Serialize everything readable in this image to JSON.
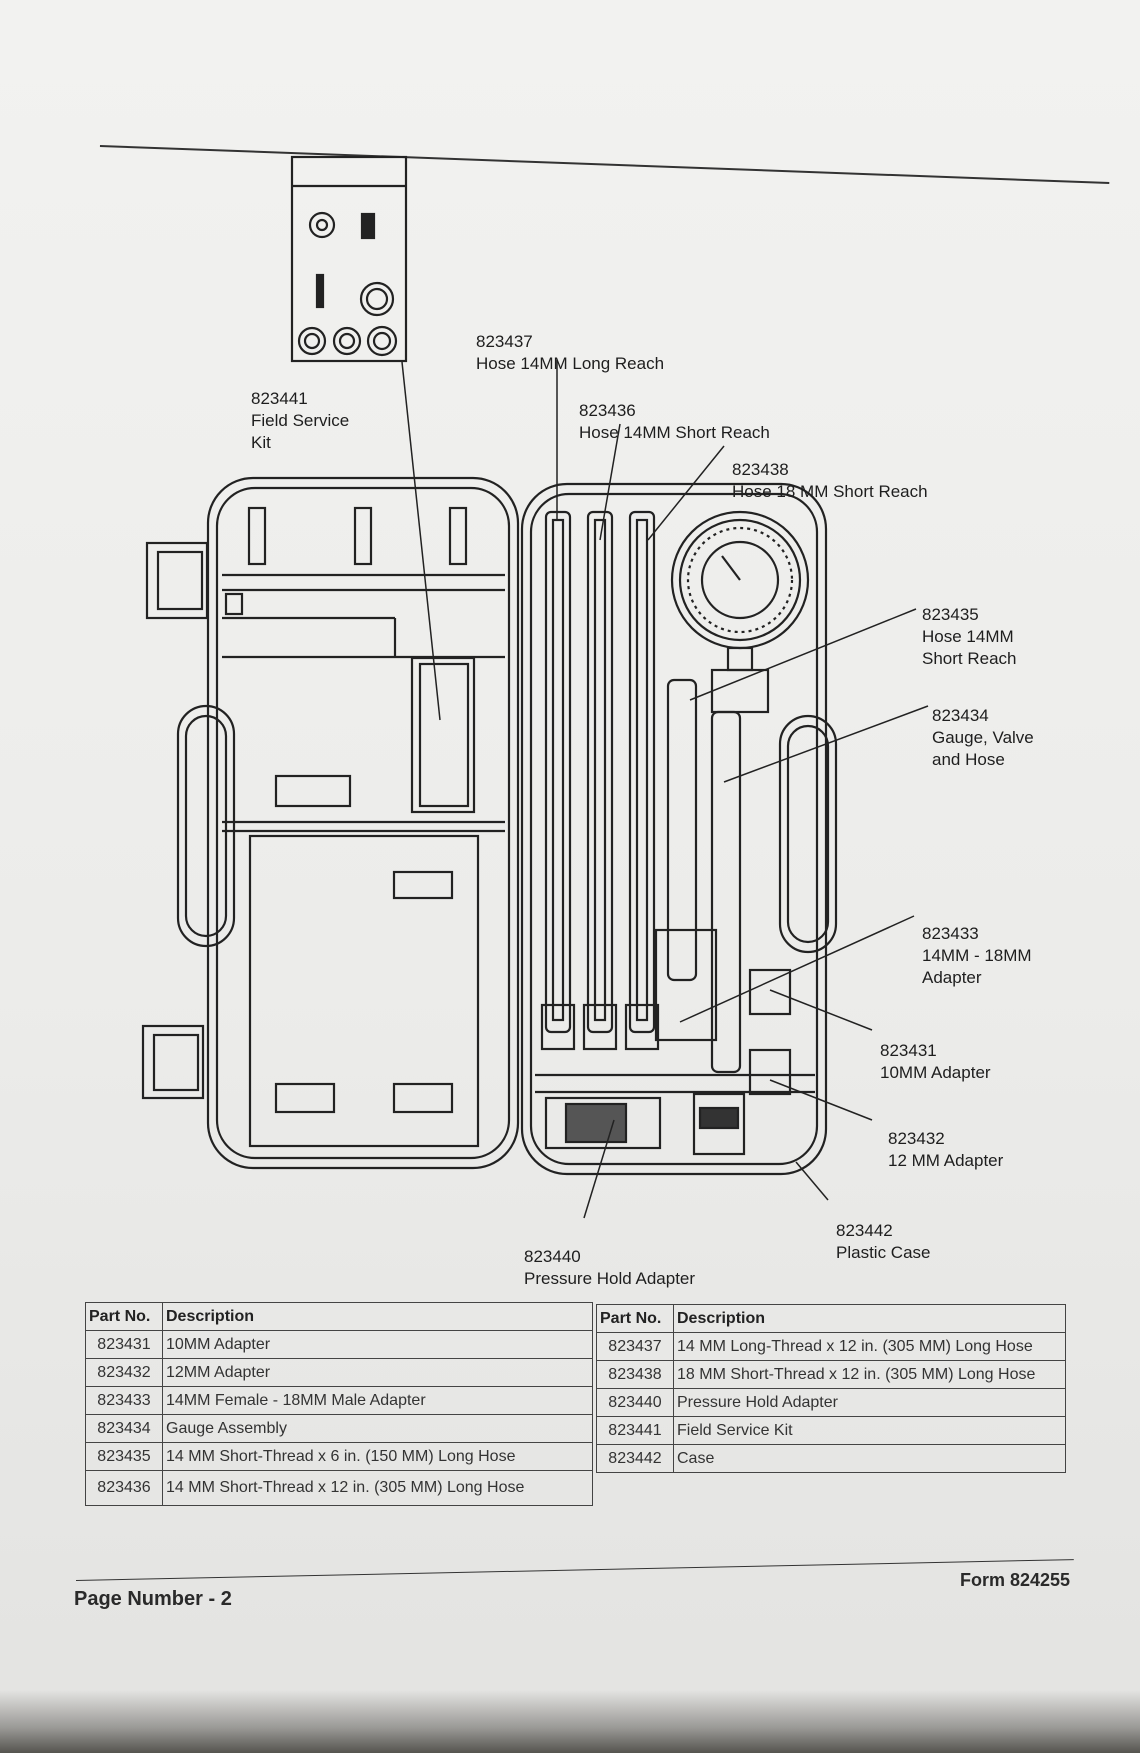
{
  "callouts": [
    {
      "part_no": "823441",
      "description": "Field Service\nKit"
    },
    {
      "part_no": "823437",
      "description": "Hose 14MM Long Reach"
    },
    {
      "part_no": "823436",
      "description": "Hose 14MM Short Reach"
    },
    {
      "part_no": "823438",
      "description": "Hose 18 MM Short Reach"
    },
    {
      "part_no": "823435",
      "description": "Hose 14MM\nShort Reach"
    },
    {
      "part_no": "823434",
      "description": "Gauge, Valve\nand Hose"
    },
    {
      "part_no": "823433",
      "description": "14MM - 18MM\nAdapter"
    },
    {
      "part_no": "823431",
      "description": "10MM Adapter"
    },
    {
      "part_no": "823432",
      "description": "12 MM Adapter"
    },
    {
      "part_no": "823442",
      "description": "Plastic Case"
    },
    {
      "part_no": "823440",
      "description": "Pressure Hold Adapter"
    }
  ],
  "table_left": {
    "headers": [
      "Part No.",
      "Description"
    ],
    "rows": [
      [
        "823431",
        "10MM Adapter"
      ],
      [
        "823432",
        "12MM Adapter"
      ],
      [
        "823433",
        "14MM Female - 18MM Male Adapter"
      ],
      [
        "823434",
        "Gauge Assembly"
      ],
      [
        "823435",
        "14 MM Short-Thread x 6 in. (150 MM) Long Hose"
      ],
      [
        "823436",
        "14 MM Short-Thread x 12 in. (305 MM) Long Hose"
      ]
    ]
  },
  "table_right": {
    "headers": [
      "Part No.",
      "Description"
    ],
    "rows": [
      [
        "823437",
        "14 MM Long-Thread x 12 in. (305 MM) Long Hose"
      ],
      [
        "823438",
        "18 MM Short-Thread x 12 in. (305 MM) Long Hose"
      ],
      [
        "823440",
        "Pressure Hold Adapter"
      ],
      [
        "823441",
        "Field Service Kit"
      ],
      [
        "823442",
        "Case"
      ]
    ]
  },
  "footer": {
    "page_label": "Page Number - 2",
    "form_label": "Form 824255"
  }
}
